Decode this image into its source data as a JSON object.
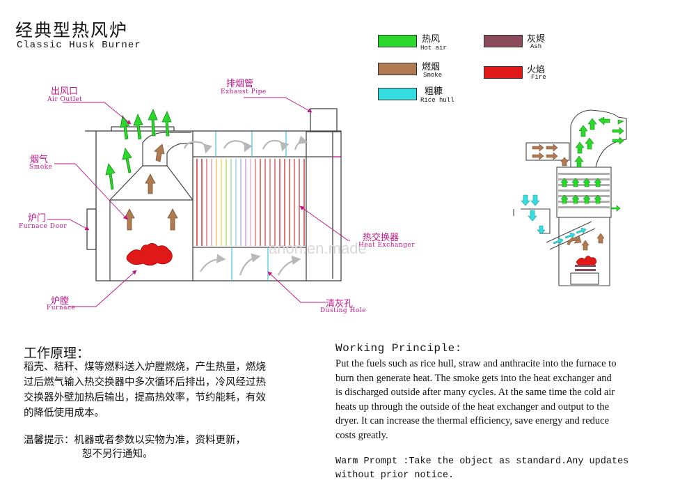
{
  "header": {
    "title_cn": "经典型热风炉",
    "title_en": "Classic Husk Burner"
  },
  "legend": [
    {
      "cn": "热风",
      "en": "Hot air",
      "color": "#2bd82b"
    },
    {
      "cn": "燃烟",
      "en": "Smoke",
      "color": "#b07a52"
    },
    {
      "cn": "粗糠",
      "en": "Rice hull",
      "color": "#33dde0"
    },
    {
      "cn": "灰烬",
      "en": "Ash",
      "color": "#8c4b5a"
    },
    {
      "cn": "火焰",
      "en": "Fire",
      "color": "#e01818"
    }
  ],
  "labels": {
    "air_outlet": {
      "cn": "出风口",
      "en": "Air Outlet"
    },
    "exhaust_pipe": {
      "cn": "排烟管",
      "en": "Exhaust Pipe"
    },
    "smoke": {
      "cn": "烟气",
      "en": "Smoke"
    },
    "furnace_door": {
      "cn": "炉门",
      "en": "Furnace Door"
    },
    "heat_exchanger": {
      "cn": "热交换器",
      "en": "Heat Exchanger"
    },
    "furnace": {
      "cn": "炉膛",
      "en": "Furnace"
    },
    "dusting_hole": {
      "cn": "清灰孔",
      "en": "Dusting Hole"
    }
  },
  "watermark": "anon.en.made",
  "principle": {
    "title_cn": "工作原理：",
    "body_cn": [
      "稻壳、秸秆、煤等燃料送入炉膛燃烧，产生热量，燃烧",
      "过后燃气输入热交换器中多次循环后排出，冷风经过热",
      "交换器外壁加热后输出，提高热效率，节约能耗，有效",
      "的降低使用成本。"
    ],
    "warm_cn_1": "温馨提示：机器或者参数以实物为准，资料更新，",
    "warm_cn_2": "恕不另行通知。",
    "title_en": "Working Principle:",
    "body_en": [
      "Put the fuels such as rice hull, straw and anthracite into the furnace to",
      "burn then generate heat. The smoke gets into the heat exchanger and",
      "is discharged outside after many cycles. At the same time the cold air",
      "heats up through the outside of the heat exchanger and output to the",
      "dryer. It can increase the thermal efficiency, save energy and reduce",
      "costs greatly."
    ],
    "warm_en_1": "Warm Prompt :Take the object as standard.Any updates",
    "warm_en_2": "without prior notice."
  }
}
